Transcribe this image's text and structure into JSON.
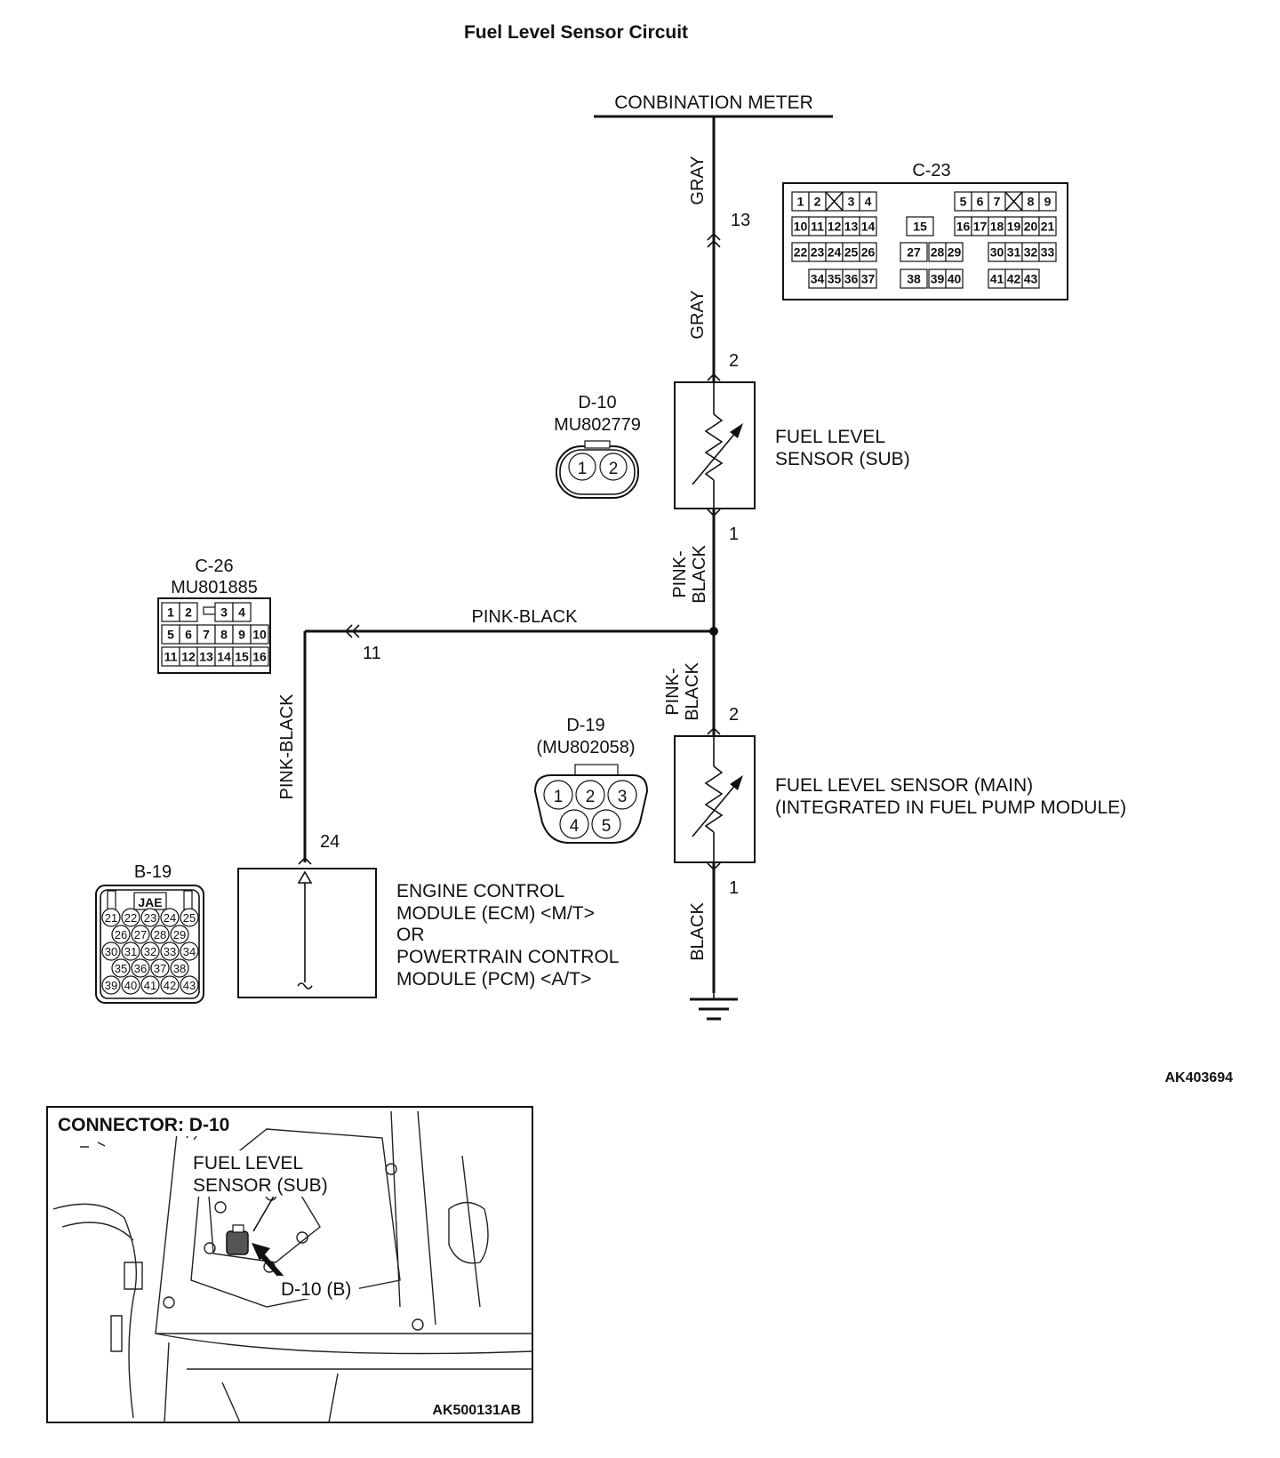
{
  "title": "Fuel Level Sensor Circuit",
  "combination_meter": "CONBINATION METER",
  "wire_colors": {
    "gray_top": "GRAY",
    "gray_lower": "GRAY",
    "pink_black_1a": "PINK-",
    "pink_black_1b": "BLACK",
    "pink_black_2a": "PINK-",
    "pink_black_2b": "BLACK",
    "pink_black_horizontal": "PINK-BLACK",
    "pink_black_left": "PINK-BLACK",
    "black": "BLACK"
  },
  "pins": {
    "meter_13": "13",
    "sub_2": "2",
    "sub_1": "1",
    "ecm_11": "11",
    "main_2": "2",
    "main_1": "1",
    "ecm_24": "24"
  },
  "connectors": {
    "c23": {
      "name": "C-23",
      "left_rows": [
        [
          "1",
          "2",
          "X",
          "3",
          "4"
        ],
        [
          "10",
          "11",
          "12",
          "13",
          "14"
        ],
        [
          "22",
          "23",
          "24",
          "25",
          "26"
        ],
        [
          "34",
          "35",
          "36",
          "37"
        ]
      ],
      "mid_rows": [
        [
          "15"
        ],
        [
          "27",
          "28",
          "29"
        ],
        [
          "38",
          "39",
          "40"
        ]
      ],
      "right_rows": [
        [
          "5",
          "6",
          "7",
          "X",
          "8",
          "9"
        ],
        [
          "16",
          "17",
          "18",
          "19",
          "20",
          "21"
        ],
        [
          "30",
          "31",
          "32",
          "33"
        ],
        [
          "41",
          "42",
          "43"
        ]
      ]
    },
    "d10": {
      "name": "D-10",
      "part": "MU802779",
      "pins": [
        "1",
        "2"
      ]
    },
    "c26": {
      "name": "C-26",
      "part": "MU801885",
      "rows": [
        [
          "1",
          "2",
          "",
          "3",
          "4"
        ],
        [
          "5",
          "6",
          "7",
          "8",
          "9",
          "10"
        ],
        [
          "11",
          "12",
          "13",
          "14",
          "15",
          "16"
        ]
      ]
    },
    "d19": {
      "name": "D-19",
      "part": "(MU802058)",
      "pins": [
        "1",
        "2",
        "3",
        "4",
        "5"
      ]
    },
    "b19": {
      "name": "B-19",
      "brand": "JAE",
      "rows": [
        [
          "21",
          "22",
          "23",
          "24",
          "25"
        ],
        [
          "26",
          "27",
          "28",
          "29"
        ],
        [
          "30",
          "31",
          "32",
          "33",
          "34"
        ],
        [
          "35",
          "36",
          "37",
          "38"
        ],
        [
          "39",
          "40",
          "41",
          "42",
          "43"
        ]
      ]
    }
  },
  "components": {
    "sub_sensor_line1": "FUEL LEVEL",
    "sub_sensor_line2": "SENSOR (SUB)",
    "main_sensor_line1": "FUEL LEVEL SENSOR (MAIN)",
    "main_sensor_line2": "(INTEGRATED IN FUEL PUMP MODULE)",
    "ecm_line1": "ENGINE CONTROL",
    "ecm_line2": "MODULE (ECM) <M/T>",
    "ecm_line3": "OR",
    "ecm_line4": "POWERTRAIN CONTROL",
    "ecm_line5": "MODULE (PCM) <A/T>"
  },
  "figure_id_top": "AK403694",
  "inset": {
    "title": "CONNECTOR: D-10",
    "label_line1": "FUEL LEVEL",
    "label_line2": "SENSOR (SUB)",
    "pointer_label": "D-10 (B)",
    "figure_id": "AK500131AB"
  }
}
